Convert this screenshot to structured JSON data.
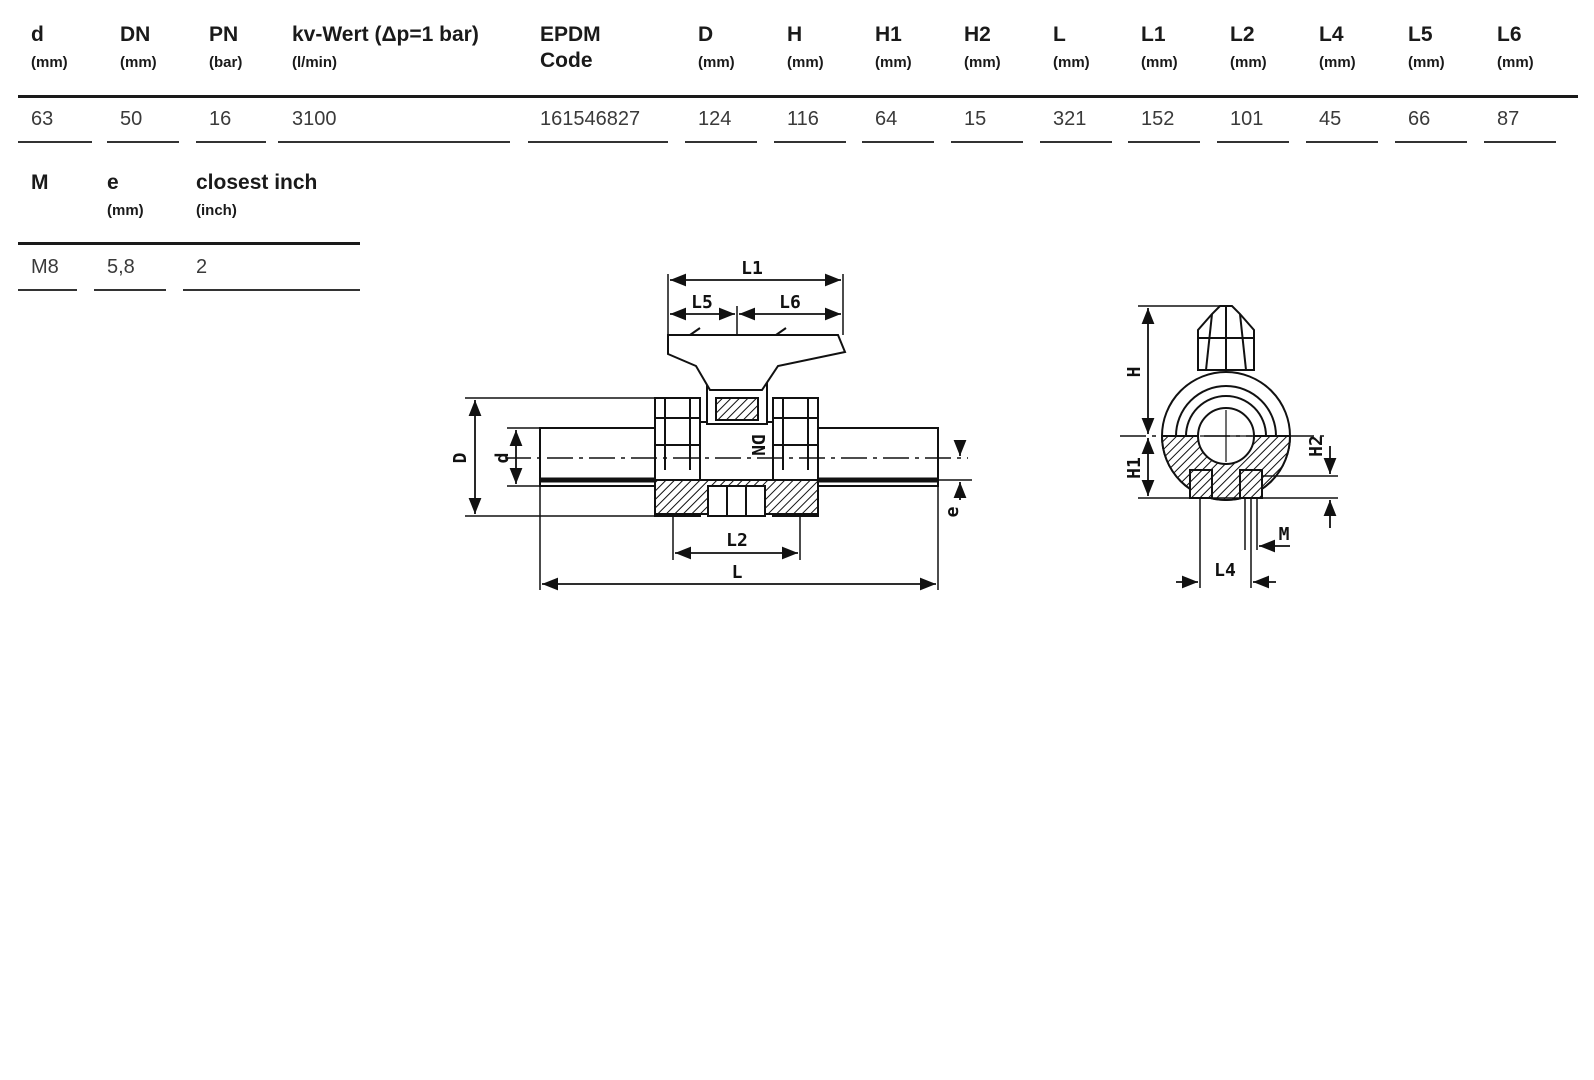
{
  "table1": {
    "headers": [
      {
        "name": "d",
        "unit": "(mm)"
      },
      {
        "name": "DN",
        "unit": "(mm)"
      },
      {
        "name": "PN",
        "unit": "(bar)"
      },
      {
        "name": "kv-Wert (Δp=1 bar)",
        "unit": "(l/min)"
      },
      {
        "name": "EPDM",
        "unit": "Code"
      },
      {
        "name": "D",
        "unit": "(mm)"
      },
      {
        "name": "H",
        "unit": "(mm)"
      },
      {
        "name": "H1",
        "unit": "(mm)"
      },
      {
        "name": "H2",
        "unit": "(mm)"
      },
      {
        "name": "L",
        "unit": "(mm)"
      },
      {
        "name": "L1",
        "unit": "(mm)"
      },
      {
        "name": "L2",
        "unit": "(mm)"
      },
      {
        "name": "L4",
        "unit": "(mm)"
      },
      {
        "name": "L5",
        "unit": "(mm)"
      },
      {
        "name": "L6",
        "unit": "(mm)"
      }
    ],
    "row": [
      "63",
      "50",
      "16",
      "3100",
      "161546827",
      "124",
      "116",
      "64",
      "15",
      "321",
      "152",
      "101",
      "45",
      "66",
      "87"
    ]
  },
  "table2": {
    "headers": [
      {
        "name": "M",
        "unit": ""
      },
      {
        "name": "e",
        "unit": "(mm)"
      },
      {
        "name": "closest inch",
        "unit": "(inch)"
      }
    ],
    "row": [
      "M8",
      "5,8",
      "2"
    ]
  },
  "drawing_side": {
    "labels": {
      "L1": "L1",
      "L5": "L5",
      "L6": "L6",
      "D": "D",
      "d": "d",
      "DN": "DN",
      "e": "e",
      "L2": "L2",
      "L": "L"
    }
  },
  "drawing_front": {
    "labels": {
      "H": "H",
      "H1": "H1",
      "H2": "H2",
      "M": "M",
      "L4": "L4"
    }
  }
}
